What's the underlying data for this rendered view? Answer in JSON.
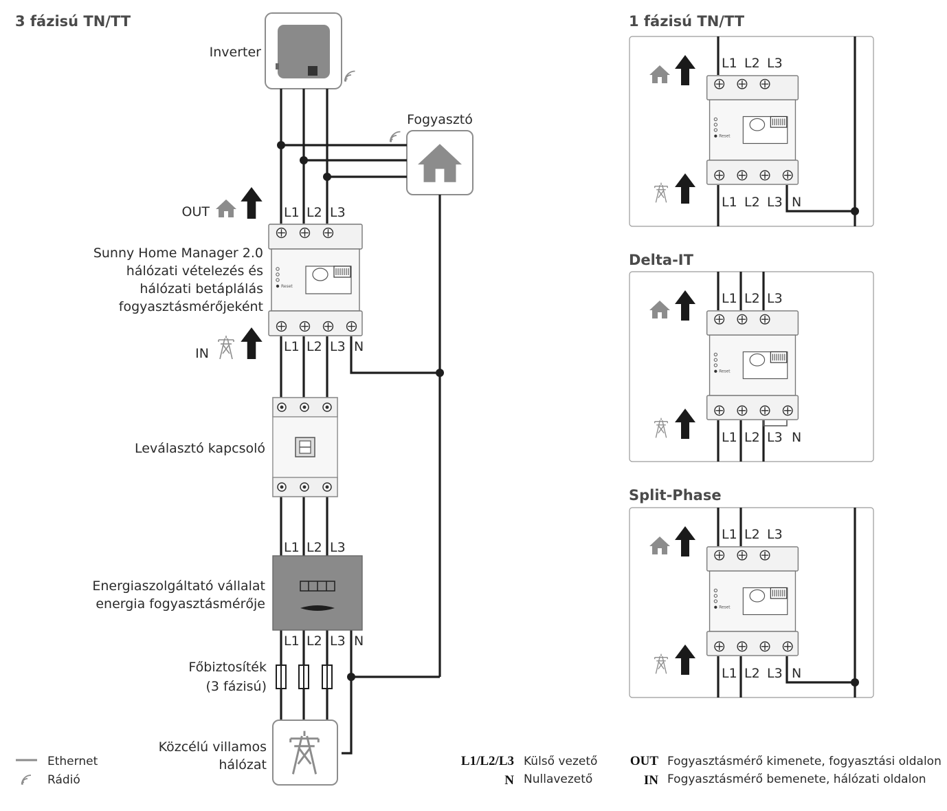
{
  "titles": {
    "main": "3 fázisú TN/TT",
    "one_phase": "1 fázisú TN/TT",
    "delta": "Delta-IT",
    "split": "Split-Phase"
  },
  "labels": {
    "inverter": "Inverter",
    "consumer": "Fogyasztó",
    "out": "OUT",
    "in": "IN",
    "shm_line1": "Sunny Home Manager 2.0",
    "shm_line2": "hálózati vételezés és",
    "shm_line3": "hálózati betáplálás",
    "shm_line4": "fogyasztásmérőjeként",
    "disconnector": "Leválasztó kapcsoló",
    "utility_line1": "Energiaszolgáltató vállalat",
    "utility_line2": "energia fogyasztásmérője",
    "fuse_line1": "Főbiztosíték",
    "fuse_line2": "(3 fázisú)",
    "grid_line1": "Közcélú villamos",
    "grid_line2": "hálózat",
    "reset": "Reset"
  },
  "phases": {
    "l1": "L1",
    "l2": "L2",
    "l3": "L3",
    "n": "N"
  },
  "legend": {
    "ethernet": "Ethernet",
    "radio": "Rádió",
    "l_key": "L1/L2/L3",
    "l_desc": "Külső vezető",
    "n_key": "N",
    "n_desc": "Nullavezető",
    "out_key": "OUT",
    "out_desc": "Fogyasztásmérő kimenete, fogyasztási oldalon",
    "in_key": "IN",
    "in_desc": "Fogyasztásmérő bemenete, hálózati oldalon"
  },
  "colors": {
    "wire": "#1e1e1e",
    "device_gray": "#8a8a8a",
    "icon_gray": "#8c8c8c"
  }
}
